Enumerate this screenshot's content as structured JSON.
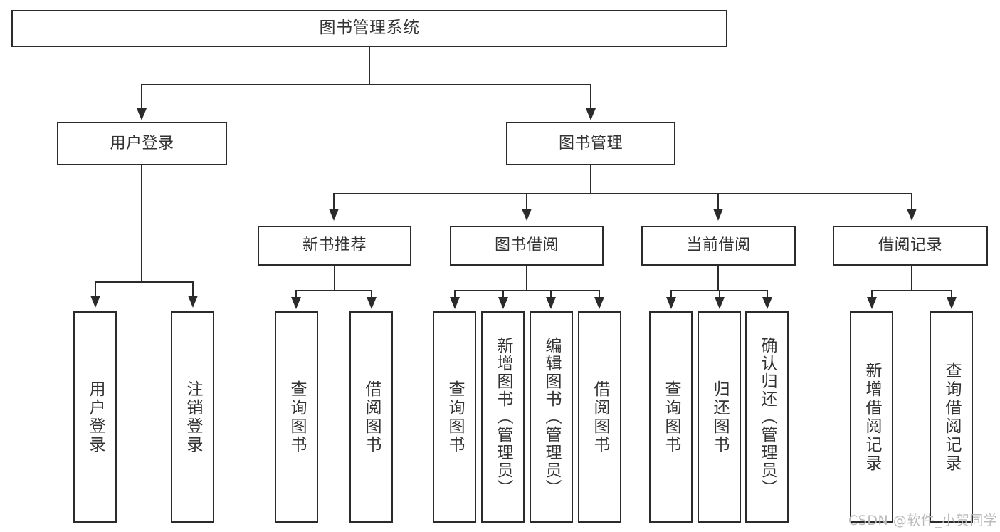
{
  "diagram": {
    "type": "tree-hierarchy",
    "title": "图书管理系统",
    "orientation": "top-down",
    "colors": {
      "stroke": "#2b2b2b",
      "fill": "#ffffff",
      "text": "#333333",
      "watermark": "#b9b9b9"
    }
  },
  "root": {
    "label": "图书管理系统"
  },
  "level2": [
    {
      "label": "用户登录"
    },
    {
      "label": "图书管理"
    }
  ],
  "level3": [
    {
      "label": "新书推荐"
    },
    {
      "label": "图书借阅"
    },
    {
      "label": "当前借阅"
    },
    {
      "label": "借阅记录"
    }
  ],
  "leaves": {
    "user_login": [
      {
        "label": "用户登录"
      },
      {
        "label": "注销登录"
      }
    ],
    "new_book_recommend": [
      {
        "label": "查询图书"
      },
      {
        "label": "借阅图书"
      }
    ],
    "book_borrow": [
      {
        "label": "查询图书"
      },
      {
        "label": "新增图书（管理员）"
      },
      {
        "label": "编辑图书（管理员）"
      },
      {
        "label": "借阅图书"
      }
    ],
    "current_borrow": [
      {
        "label": "查询图书"
      },
      {
        "label": "归还图书"
      },
      {
        "label": "确认归还（管理员）"
      }
    ],
    "borrow_record": [
      {
        "label": "新增借阅记录"
      },
      {
        "label": "查询借阅记录"
      }
    ]
  },
  "watermark": {
    "text": "CSDN @软件_小贺同学"
  }
}
